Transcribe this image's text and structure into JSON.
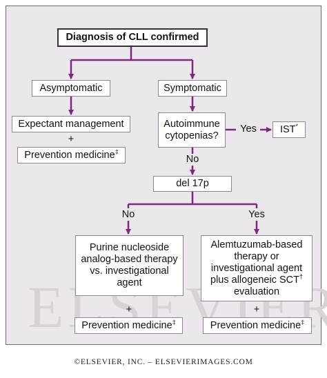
{
  "diagram": {
    "root": "Diagnosis of CLL confirmed",
    "asymptomatic": "Asymptomatic",
    "symptomatic": "Symptomatic",
    "expectant": "Expectant management",
    "plus": "+",
    "prevention_label": "Prevention medicine",
    "double_dagger": "‡",
    "autoimmune_line1": "Autoimmune",
    "autoimmune_line2": "cytopenias?",
    "yes": "Yes",
    "no": "No",
    "ist_label": "IST",
    "asterisk": "*",
    "del17p": "del 17p",
    "purine_line1": "Purine nucleoside",
    "purine_line2": "analog-based therapy",
    "purine_line3": "vs. investigational",
    "purine_line4": "agent",
    "alem_line1": "Alemtuzumab-based",
    "alem_line2": "therapy or",
    "alem_line3": "investigational agent",
    "alem_line4": "plus allogeneic SCT",
    "dagger": "†",
    "alem_line5": "evaluation"
  },
  "watermark": "ELSEVIER",
  "footer": "©ELSEVIER, INC. – ELSEVIERIMAGES.COM",
  "colors": {
    "arrow": "#7a2a7a",
    "panel": "#ece7ec",
    "watermark": "#d8d2d8"
  }
}
